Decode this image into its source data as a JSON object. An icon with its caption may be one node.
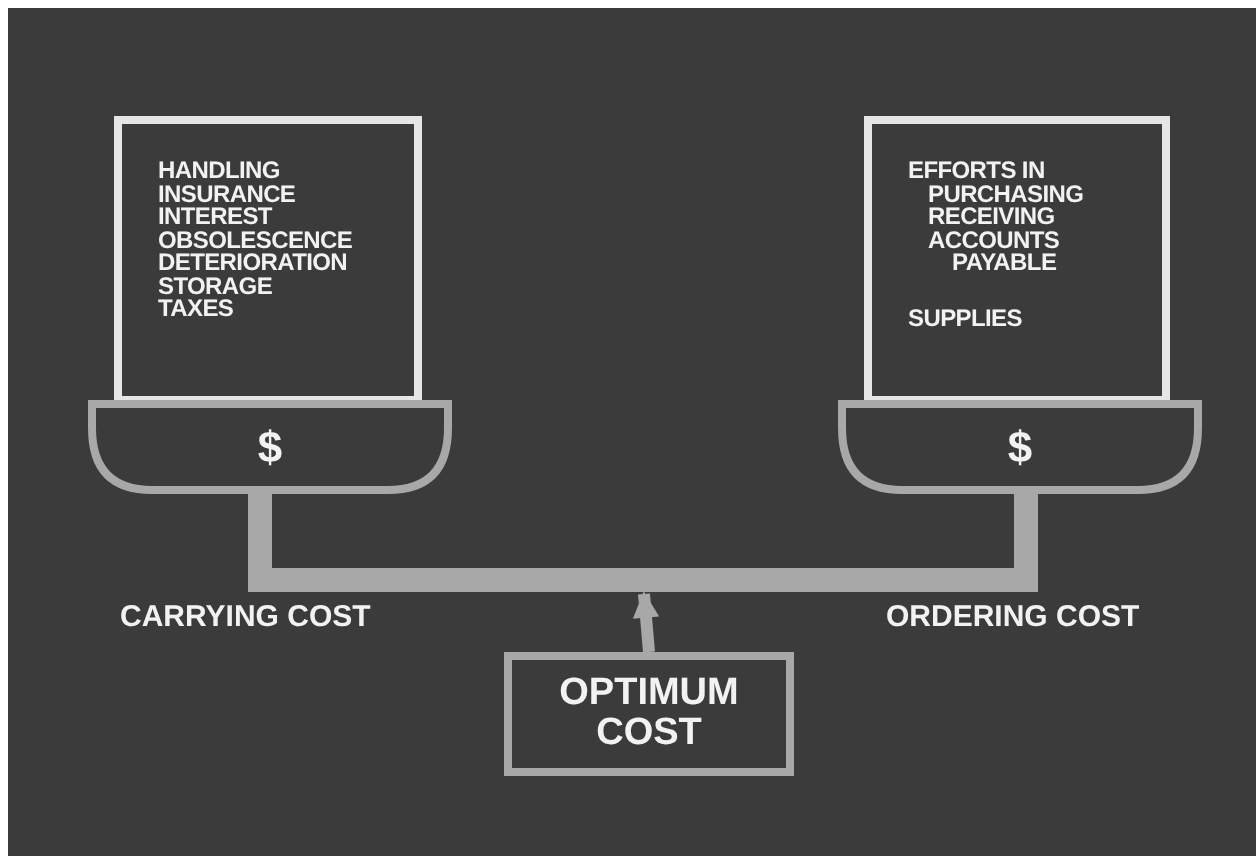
{
  "diagram": {
    "nodes": [
      {
        "text": [
          "HANDLING",
          "INSURANCE",
          "INTEREST",
          "OBSOLESCENCE",
          "DETERIORATION",
          "STORAGE",
          "TAXES"
        ]
      },
      {
        "text": [
          "$"
        ],
        "beside": [
          "CARRYING COST"
        ]
      },
      {
        "text": [
          "EFFORTS IN",
          "PURCHASING",
          "RECEIVING",
          "ACCOUNTS PAYABLE",
          "SUPPLIES"
        ]
      },
      {
        "text": [
          "$"
        ],
        "beside": [
          "ORDERING COST"
        ]
      },
      {
        "text": [
          "OPTIMUM COST"
        ]
      }
    ],
    "edges": [
      {
        "from": 1,
        "to": 3,
        "arrow": "none",
        "style": "thick"
      },
      {
        "from": 4,
        "to": null,
        "arrow": "to"
      }
    ]
  }
}
